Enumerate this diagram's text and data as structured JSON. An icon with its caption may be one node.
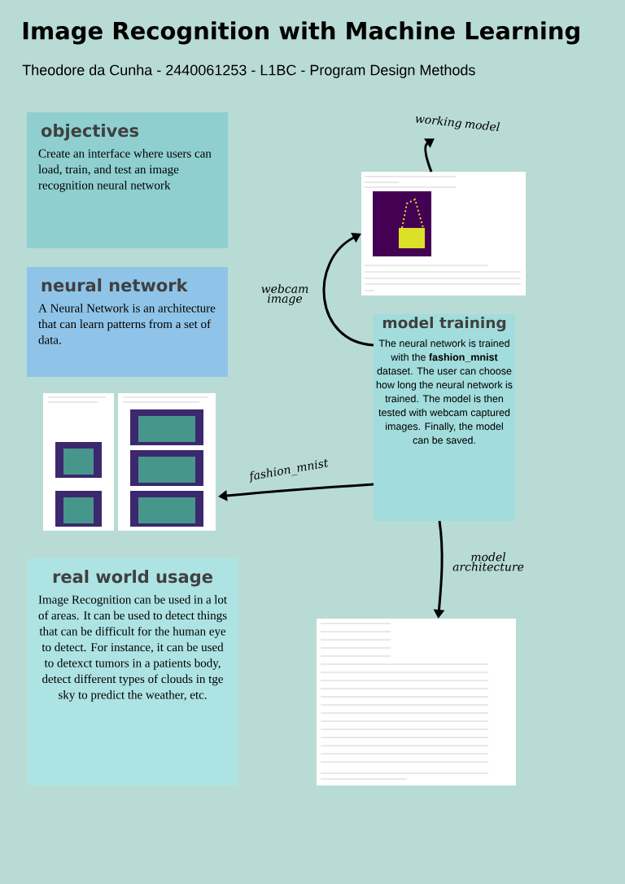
{
  "diagram": {
    "title": "Image Recognition with Machine Learning",
    "nodes": [
      {
        "text": [
          "objectives",
          "Create an interface where users can load, train, and test an image recognition neural network"
        ]
      },
      {
        "text": [
          "neural network",
          "A Neural Network is an architecture that can learn patterns from a set of data."
        ]
      },
      {
        "text": [],
        "shape": "picture"
      },
      {
        "text": [
          "model training",
          "The neural network is trained with the **fashion_mnist** dataset. The user can choose how long the neural network is trained. The model is then tested with webcam captured images. Finally, the model can be saved."
        ]
      },
      {
        "text": [],
        "shape": "picture"
      },
      {
        "text": [],
        "shape": "picture"
      },
      {
        "text": [
          "real world usage",
          "Image Recognition can be used in a lot of areas. It can be used to detect things that can be difficult for the human eye to detect. For instance, it can be used to detexct tumors in a patients body, detect different types of clouds in tge sky to predict the weather, etc."
        ]
      },
      {
        "text": [],
        "shape": "picture"
      }
    ],
    "edges": [
      {
        "from": 2,
        "to": null,
        "arrow": "to",
        "label": "working model"
      },
      {
        "from": 3,
        "to": 2,
        "arrow": "to",
        "label": "webcam image"
      },
      {
        "from": 3,
        "to": 5,
        "arrow": "to",
        "label": "fashion_mnist"
      },
      {
        "from": 3,
        "to": 7,
        "arrow": "to",
        "label": "model architecture"
      }
    ],
    "labels": [
      "Theodore da Cunha - 2440061253 - L1BC - Program Design Methods"
    ]
  }
}
